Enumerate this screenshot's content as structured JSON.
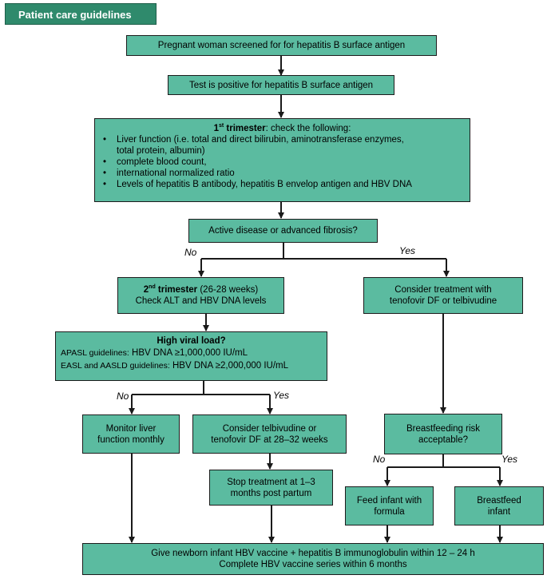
{
  "header": {
    "title": "Patient care guidelines"
  },
  "nodes": {
    "screen": "Pregnant woman screened for for hepatitis B surface antigen",
    "positive": "Test is positive for hepatitis B surface antigen",
    "t1": {
      "ordinal": "1",
      "sup": "st",
      "title": " trimester",
      "suffix": ":  check the following:",
      "items": [
        "Liver function (i.e. total  and direct bilirubin,  aminotransferase enzymes,",
        "total protein, albumin)",
        "complete blood count,",
        "international normalized ratio",
        "Levels of hepatitis B antibody,  hepatitis B envelop antigen and  HBV DNA"
      ]
    },
    "active": "Active disease or advanced fibrosis?",
    "t2": {
      "ordinal": "2",
      "sup": "nd",
      "title": " trimester",
      "suffix": " (26-28 weeks)",
      "line2": "Check ALT and HBV DNA levels"
    },
    "consider_tx": {
      "line1": "Consider treatment with",
      "line2": "tenofovir DF or telbivudine"
    },
    "viral": {
      "title": "High viral load?",
      "apasl_org": "APASL guidelines:",
      "apasl_val": " HBV DNA  ≥1,000,000 IU/mL",
      "easl_org": "EASL and AASLD  guidelines:",
      "easl_val": " HBV DNA ≥2,000,000 IU/mL"
    },
    "monitor": {
      "line1": "Monitor liver",
      "line2": "function monthly"
    },
    "consider_tel": {
      "line1": "Consider telbivudine or",
      "line2": "tenofovir DF at 28–32 weeks"
    },
    "stop": {
      "line1": "Stop treatment at 1–3",
      "line2": "months post partum"
    },
    "bf_risk": {
      "line1": "Breastfeeding risk",
      "line2": "acceptable?"
    },
    "formula": {
      "line1": "Feed infant with",
      "line2": "formula"
    },
    "breastfeed": {
      "line1": "Breastfeed",
      "line2": "infant"
    },
    "final": {
      "line1": "Give newborn infant HBV vaccine + hepatitis B  immunoglobulin  within 12 – 24 h",
      "line2": "Complete HBV vaccine series within 6 months"
    }
  },
  "edge_labels": {
    "active_no": "No",
    "active_yes": "Yes",
    "viral_no": "No",
    "viral_yes": "Yes",
    "bf_no": "No",
    "bf_yes": "Yes"
  },
  "colors": {
    "box_fill": "#5bbba0",
    "header_fill": "#2f8a6c",
    "border": "#1c1c1c"
  }
}
